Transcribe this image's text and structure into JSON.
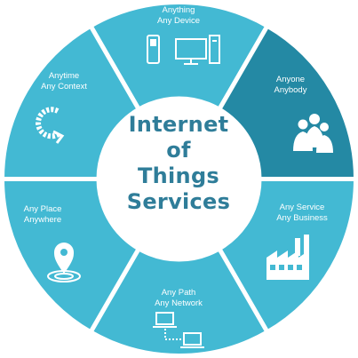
{
  "center": {
    "lines": [
      "Internet",
      "of",
      "Things",
      "Services"
    ]
  },
  "segments": [
    {
      "line1": "Anything",
      "line2": "Any Device",
      "icon": "devices-icon",
      "color": "#43b9d3",
      "highlight": false
    },
    {
      "line1": "Anyone",
      "line2": "Anybody",
      "icon": "people-icon",
      "color": "#2489a4",
      "highlight": true
    },
    {
      "line1": "Any Service",
      "line2": "Any Business",
      "icon": "factory-icon",
      "color": "#43b9d3",
      "highlight": false
    },
    {
      "line1": "Any Path",
      "line2": "Any Network",
      "icon": "network-icon",
      "color": "#43b9d3",
      "highlight": false
    },
    {
      "line1": "Any Place",
      "line2": "Anywhere",
      "icon": "location-pin-icon",
      "color": "#43b9d3",
      "highlight": false
    },
    {
      "line1": "Anytime",
      "line2": "Any Context",
      "icon": "cycle-arrow-icon",
      "color": "#43b9d3",
      "highlight": false
    }
  ]
}
